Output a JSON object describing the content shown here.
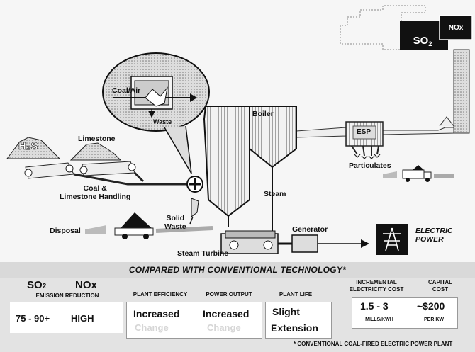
{
  "diagram": {
    "pollutants": {
      "so2": "SO",
      "so2_sub": "2",
      "nox": "NOx"
    },
    "labels": {
      "h2s": "H₂S",
      "limestone": "Limestone",
      "coal_air": "Coal/Air",
      "waste": "Waste",
      "boiler": "Boiler",
      "esp": "ESP",
      "particulates": "Particulates",
      "steam": "Steam",
      "handling_line1": "Coal &",
      "handling_line2": "Limestone Handling",
      "solid_waste_line1": "Solid",
      "solid_waste_line2": "Waste",
      "disposal": "Disposal",
      "generator": "Generator",
      "steam_turbine": "Steam Turbine",
      "electric_power_line1": "ELECTRIC",
      "electric_power_line2": "POWER"
    }
  },
  "comparison": {
    "banner": "COMPARED WITH CONVENTIONAL TECHNOLOGY*",
    "emissions": {
      "so2": "SO",
      "so2_sub": "2",
      "nox": "NOx",
      "header": "EMISSION REDUCTION",
      "so2_value": "75 - 90+",
      "nox_value": "HIGH"
    },
    "plant_efficiency": {
      "header": "PLANT EFFICIENCY",
      "value": "Increased",
      "ghost": "Change"
    },
    "power_output": {
      "header": "POWER OUTPUT",
      "value": "Increased",
      "ghost": "Change"
    },
    "plant_life": {
      "header": "PLANT LIFE",
      "value_line1": "Slight",
      "value_line2": "Extension"
    },
    "incremental_cost": {
      "header_line1": "INCREMENTAL",
      "header_line2": "ELECTRICITY COST",
      "value": "1.5 - 3",
      "unit": "MILLS/KWH"
    },
    "capital_cost": {
      "header_line1": "CAPITAL",
      "header_line2": "COST",
      "value": "~$200",
      "unit": "PER KW"
    },
    "footnote": "* CONVENTIONAL COAL-FIRED ELECTRIC POWER PLANT"
  }
}
